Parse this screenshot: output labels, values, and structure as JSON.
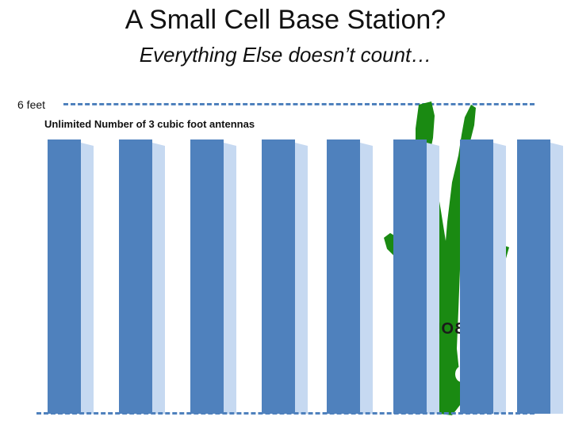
{
  "slide": {
    "title": "A Small Cell Base Station?",
    "subtitle": "Everything Else doesn’t count…",
    "height_label": "6 feet",
    "antenna_label": "Unlimited Number of 3 cubic foot antennas",
    "person_label": "BOB",
    "colors": {
      "antenna_front": "#4f81bd",
      "antenna_side": "#c6d9f1",
      "dashed_line": "#4f81bd",
      "figure": "#1a8a12"
    },
    "antenna_count": 8
  }
}
